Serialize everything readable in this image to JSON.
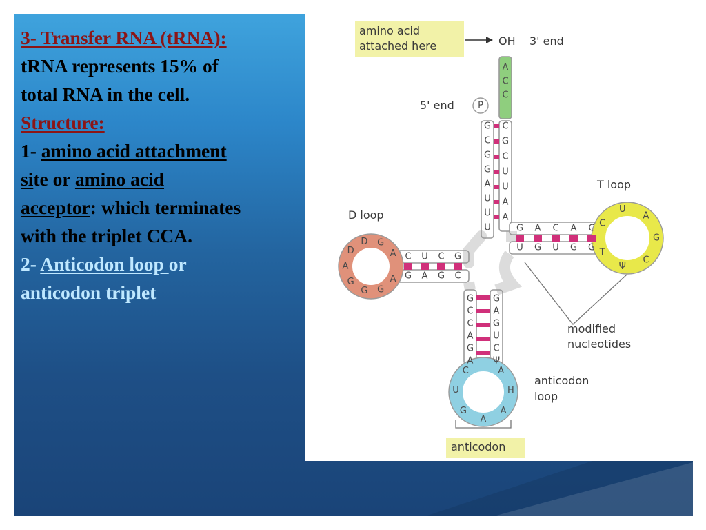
{
  "slide": {
    "heading": "3- Transfer RNA (tRNA):",
    "intro_line1": "tRNA represents 15% of",
    "intro_line2": "total RNA in the cell.",
    "structure_label": "Structure:",
    "item1": {
      "number": "1- ",
      "term1_a": "amino acid attachment",
      "term1_b_underlined": "si",
      "term1_b_rest": "te or ",
      "term2_a": "amino acid",
      "term2_b": "acceptor",
      "rest_a": ": which terminates",
      "rest_b": "with  the triplet CCA."
    },
    "item2": {
      "number": "2- ",
      "term1": "Anticodon loop ",
      "connector": "or",
      "term2": "anticodon triplet"
    }
  },
  "diagram": {
    "labels": {
      "amino_acid_line1": "amino acid",
      "amino_acid_line2": "attached here",
      "oh": "OH",
      "three_prime": "3' end",
      "five_prime": "5' end",
      "phosphate": "P",
      "t_loop": "T loop",
      "d_loop": "D loop",
      "modified_line1": "modified",
      "modified_line2": "nucleotides",
      "anticodon_loop_line1": "anticodon",
      "anticodon_loop_line2": "loop",
      "anticodon": "anticodon"
    },
    "acceptor_tail": [
      "A",
      "C",
      "C"
    ],
    "acceptor_5prime": [
      "G",
      "C",
      "G",
      "G",
      "A",
      "U",
      "U",
      "U"
    ],
    "acceptor_3prime": [
      "C",
      "G",
      "C",
      "U",
      "U",
      "A",
      "A"
    ],
    "d_stem_top": [
      "C",
      "U",
      "C",
      "G"
    ],
    "d_stem_bottom": [
      "G",
      "A",
      "G",
      "C"
    ],
    "d_loop": [
      "A",
      "G",
      "D",
      "D",
      "A",
      "G",
      "G",
      "G",
      "A"
    ],
    "t_stem_top": [
      "G",
      "A",
      "C",
      "A",
      "C"
    ],
    "t_stem_bottom": [
      "U",
      "G",
      "U",
      "G",
      "G"
    ],
    "t_loop": [
      "C",
      "U",
      "A",
      "G",
      "C",
      "Ψ",
      "T"
    ],
    "anticodon_stem_left": [
      "G",
      "C",
      "C",
      "A",
      "G",
      "A"
    ],
    "anticodon_stem_right": [
      "G",
      "A",
      "G",
      "U",
      "C",
      "Ψ"
    ],
    "anticodon_loop": [
      "C",
      "U",
      "G",
      "A",
      "A",
      "H",
      "A"
    ],
    "colors": {
      "acceptor_tail": "#8fce7e",
      "d_loop": "#e0917a",
      "t_loop": "#e8e84a",
      "anticodon_loop": "#8fd0e2",
      "base_pair": "#d0307a",
      "label_highlight": "#f2f2a8"
    }
  }
}
